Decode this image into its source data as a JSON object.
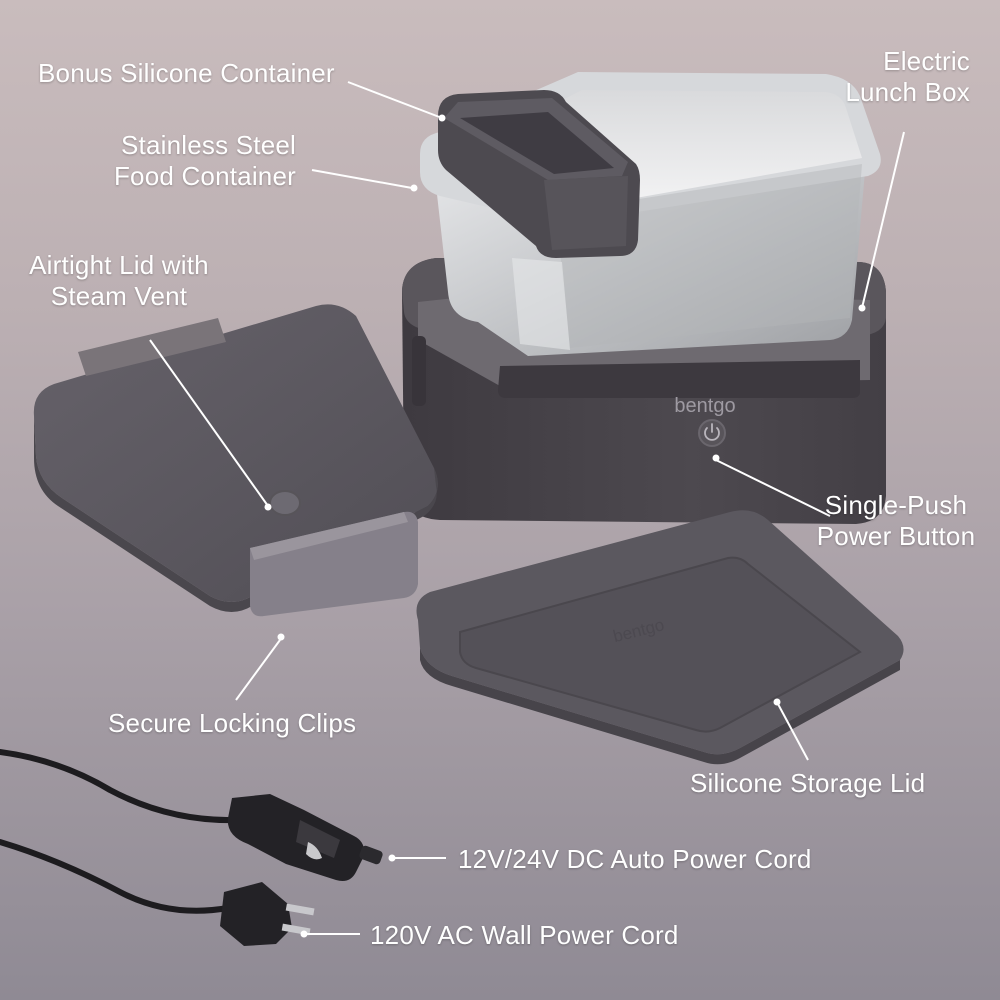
{
  "product": {
    "brand_logo": "bentgo",
    "colors": {
      "background_top": "#c9bcbd",
      "background_bottom": "#8f8a94",
      "body": "#4a464c",
      "lid": "#5c5960",
      "clip": "#7a7479",
      "steel": "#c8cacd",
      "label_text": "#ffffff"
    },
    "icons": [
      "power-icon",
      "car-plug-icon",
      "wall-plug-icon"
    ]
  },
  "labels": {
    "bonus_silicone": "Bonus Silicone Container",
    "stainless_line1": "Stainless Steel",
    "stainless_line2": "Food Container",
    "electric_line1": "Electric",
    "electric_line2": "Lunch Box",
    "airtight_line1": "Airtight Lid with",
    "airtight_line2": "Steam Vent",
    "power_line1": "Single-Push",
    "power_line2": "Power Button",
    "locking_clips": "Secure Locking Clips",
    "storage_lid": "Silicone Storage Lid",
    "dc_cord": "12V/24V DC Auto Power Cord",
    "ac_cord": "120V AC Wall Power Cord"
  }
}
